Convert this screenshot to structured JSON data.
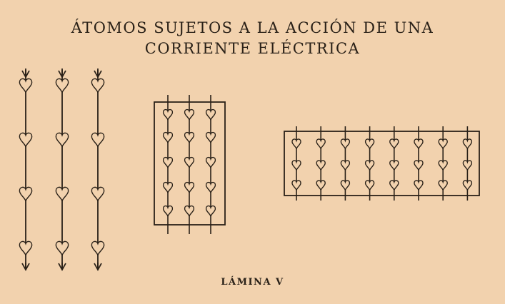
{
  "title_line1": "ÁTOMOS SUJETOS A LA ACCIÓN DE UNA",
  "title_line2": "CORRIENTE ELÉCTRICA",
  "caption": "LÁMINA V",
  "colors": {
    "paper": "#f2d2ae",
    "ink": "#2a2118"
  },
  "figures": {
    "free_strands": {
      "strands": 3,
      "hearts_per_strand": 4,
      "arrows": true
    },
    "vertical_block": {
      "columns": 3,
      "hearts_per_column": 5
    },
    "horizontal_block": {
      "columns": 8,
      "hearts_per_column": 3
    }
  }
}
